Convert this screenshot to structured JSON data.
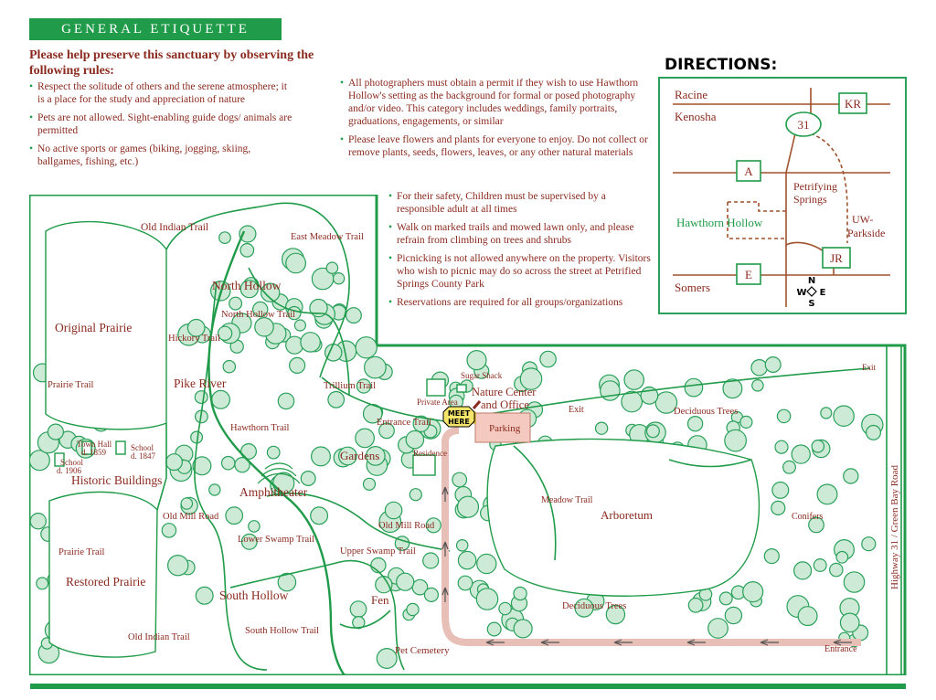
{
  "etiquette": {
    "banner_title": "GENERAL ETIQUETTE",
    "intro": "Please help preserve this sanctuary by observing the following rules:",
    "rules_left": [
      "Respect the solitude of others and the serene atmosphere; it is a place for the study and appreciation of nature",
      "Pets are not allowed. Sight-enabling guide dogs/ animals are permitted",
      "No active sports or games (biking, jogging, skiing, ballgames, fishing, etc.)"
    ],
    "rules_mid": [
      "All photographers must obtain a permit if they wish to use Hawthorn Hollow's setting as the background for formal or posed photography and/or video. This category includes weddings, family portraits, graduations, engagements, or similar",
      "Please leave flowers and plants for everyone to enjoy. Do not collect or remove plants, seeds, flowers, leaves, or any other natural materials"
    ],
    "rules_right": [
      "For their safety, Children must be supervised by a responsible adult at all times",
      "Walk on marked trails and mowed lawn only, and please refrain from climbing on trees and shrubs",
      "Picnicking is not allowed anywhere on the property. Visitors who wish to picnic may do so across the street at Petrified Springs County Park",
      "Reservations are required for all groups/organizations"
    ]
  },
  "directions": {
    "title": "DIRECTIONS:",
    "racine": "Racine",
    "kenosha": "Kenosha",
    "somers": "Somers",
    "kr": "KR",
    "a": "A",
    "e": "E",
    "jr": "JR",
    "route": "31",
    "petrifying": "Petrifying",
    "springs": "Springs",
    "hawthorn_hollow": "Hawthorn Hollow",
    "uw": "UW-",
    "parkside": "Parkside",
    "compass_n": "N",
    "compass_s": "S",
    "compass_w": "W",
    "compass_e": "E"
  },
  "map": {
    "old_indian_trail_top": "Old Indian Trail",
    "east_meadow_trail": "East Meadow Trail",
    "north_hollow": "North Hollow",
    "north_hollow_trail": "North Hollow Trail",
    "original_prairie": "Original Prairie",
    "hickory_trail": "Hickory Trail",
    "prairie_trail_top": "Prairie Trail",
    "pike_river": "Pike River",
    "trillium_trail": "Trillium Trail",
    "sugar_shack": "Sugar Shack",
    "private_area": "Private Area",
    "nature_center_1": "Nature Center",
    "nature_center_2": "and Office",
    "meet_1": "MEET",
    "meet_2": "HERE",
    "parking": "Parking",
    "exit_mid": "Exit",
    "exit_right": "Exit",
    "deciduous_trees_top": "Deciduous Trees",
    "hawthorn_trail": "Hawthorn Trail",
    "entrance_trail": "Entrance Trail",
    "town_hall_1": "Town Hall",
    "town_hall_2": "d. 1859",
    "school_right_1": "School",
    "school_right_2": "d. 1847",
    "school_left_1": "School",
    "school_left_2": "d. 1906",
    "historic_buildings": "Historic Buildings",
    "gardens": "Gardens",
    "residence": "Residence",
    "amphitheater": "Amphitheater",
    "meadow_trail": "Meadow Trail",
    "arboretum": "Arboretum",
    "highway": "Highway 31 / Green Bay Road",
    "old_mill_road_left": "Old Mill Road",
    "old_mill_road_right": "Old Mill Road",
    "conifers": "Conifers",
    "lower_swamp_trail": "Lower Swamp Trail",
    "prairie_trail_bottom": "Prairie Trail",
    "upper_swamp_trail": "Upper Swamp Trail",
    "restored_prairie": "Restored Prairie",
    "south_hollow": "South Hollow",
    "fen": "Fen",
    "deciduous_trees_bottom": "Deciduous Trees",
    "old_indian_trail_bottom": "Old Indian Trail",
    "south_hollow_trail": "South Hollow Trail",
    "pet_cemetery": "Pet Cemetery",
    "entrance": "Entrance"
  },
  "colors": {
    "green": "#1f9b49",
    "tree_fill": "#ccead6",
    "text": "#8b2a1f",
    "road": "#e7bfb6",
    "nature_center": "#f5e56b"
  }
}
